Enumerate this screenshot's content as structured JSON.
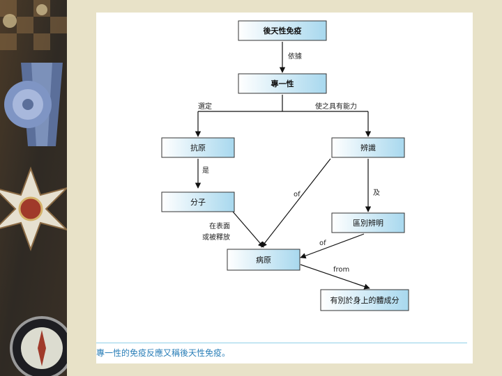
{
  "diagram": {
    "nodes": {
      "acquired_immunity": "後天性免疫",
      "specificity": "專一性",
      "antigen": "抗原",
      "recognition": "辨識",
      "molecule": "分子",
      "distinguish": "區別辨明",
      "pathogen": "病原",
      "body_component": "有別於身上的體成分"
    },
    "edges": {
      "basis": "依據",
      "determine": "選定",
      "enable": "使之具有能力",
      "is": "是",
      "and": "及",
      "of_1": "of",
      "on_surface_1": "在表面",
      "on_surface_2": "或被釋放",
      "of_2": "of",
      "from": "from"
    }
  },
  "caption": "專一性的免疫反應又稱後天性免疫。",
  "colors": {
    "box_fill_light": "#ffffff",
    "box_fill_dark": "#a8d8ee",
    "caption": "#2b7fb8",
    "background": "#e8e2c8"
  }
}
